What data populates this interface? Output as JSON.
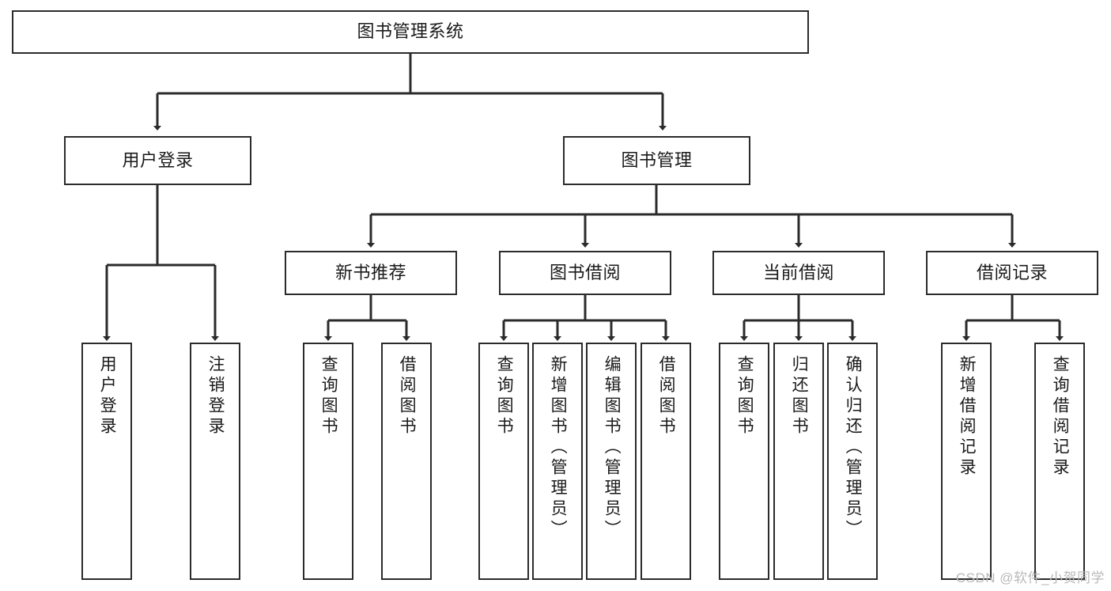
{
  "diagram": {
    "title": "图书管理系统",
    "type": "hierarchy-tree",
    "background_color": "#ffffff",
    "node_border_color": "#2b2b2b",
    "connector_color": "#2b2b2b",
    "text_color": "#1a1a1a"
  },
  "nodes": {
    "root": {
      "label": "图书管理系统"
    },
    "level2": [
      {
        "label": "用户登录"
      },
      {
        "label": "图书管理"
      }
    ],
    "level3": [
      {
        "label": "新书推荐"
      },
      {
        "label": "图书借阅"
      },
      {
        "label": "当前借阅"
      },
      {
        "label": "借阅记录"
      }
    ],
    "leaves_user_login": [
      {
        "label": "用户登录"
      },
      {
        "label": "注销登录"
      }
    ],
    "leaves_new_book": [
      {
        "label": "查询图书"
      },
      {
        "label": "借阅图书"
      }
    ],
    "leaves_borrow": [
      {
        "label": "查询图书"
      },
      {
        "label": "新增图书（管理员）"
      },
      {
        "label": "编辑图书（管理员）"
      },
      {
        "label": "借阅图书"
      }
    ],
    "leaves_current": [
      {
        "label": "查询图书"
      },
      {
        "label": "归还图书"
      },
      {
        "label": "确认归还（管理员）"
      }
    ],
    "leaves_records": [
      {
        "label": "新增借阅记录"
      },
      {
        "label": "查询借阅记录"
      }
    ]
  },
  "watermark": {
    "text": "CSDN @软件_小贺同学"
  }
}
